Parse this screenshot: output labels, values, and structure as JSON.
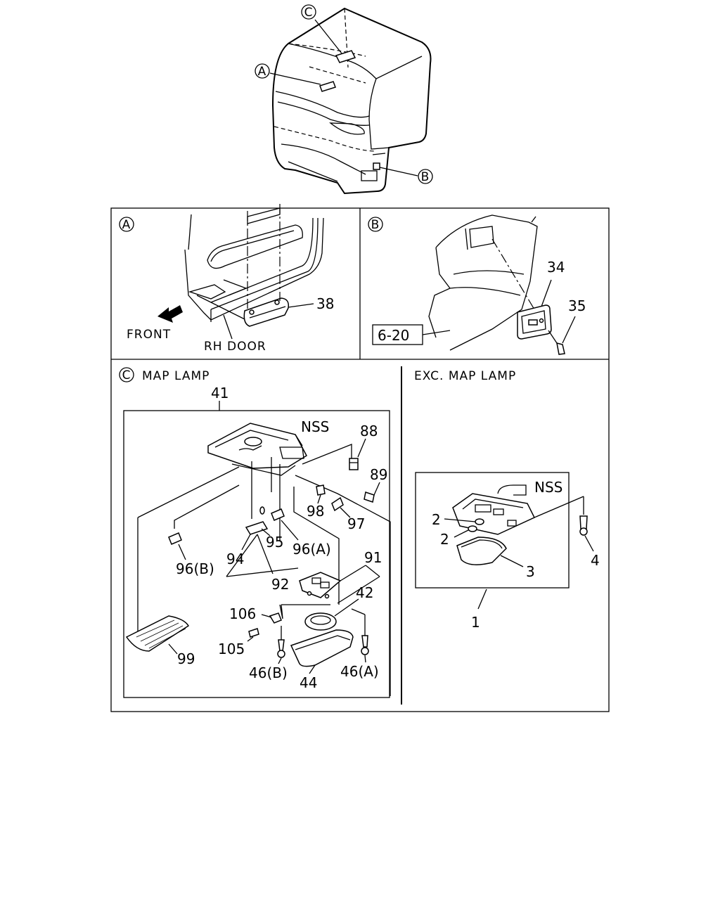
{
  "overview": {
    "callouts": {
      "a": "A",
      "b": "B",
      "c": "C"
    }
  },
  "panel_a": {
    "marker": "A",
    "front_label": "FRONT",
    "door_label": "RH DOOR",
    "part_38": "38"
  },
  "panel_b": {
    "marker": "B",
    "ref_box": "6-20",
    "part_34": "34",
    "part_35": "35"
  },
  "panel_c": {
    "marker": "C",
    "title": "MAP LAMP",
    "assembly": "41",
    "nss": "NSS",
    "parts": {
      "p88": "88",
      "p89": "89",
      "p98": "98",
      "p97": "97",
      "p94": "94",
      "p95": "95",
      "p96a": "96(A)",
      "p96b": "96(B)",
      "p92": "92",
      "p91": "91",
      "p42": "42",
      "p106": "106",
      "p105": "105",
      "p99": "99",
      "p46b": "46(B)",
      "p44": "44",
      "p46a": "46(A)"
    }
  },
  "panel_exc": {
    "title": "EXC. MAP LAMP",
    "nss": "NSS",
    "parts": {
      "p2a": "2",
      "p2b": "2",
      "p3": "3",
      "p4": "4",
      "p1": "1"
    }
  }
}
